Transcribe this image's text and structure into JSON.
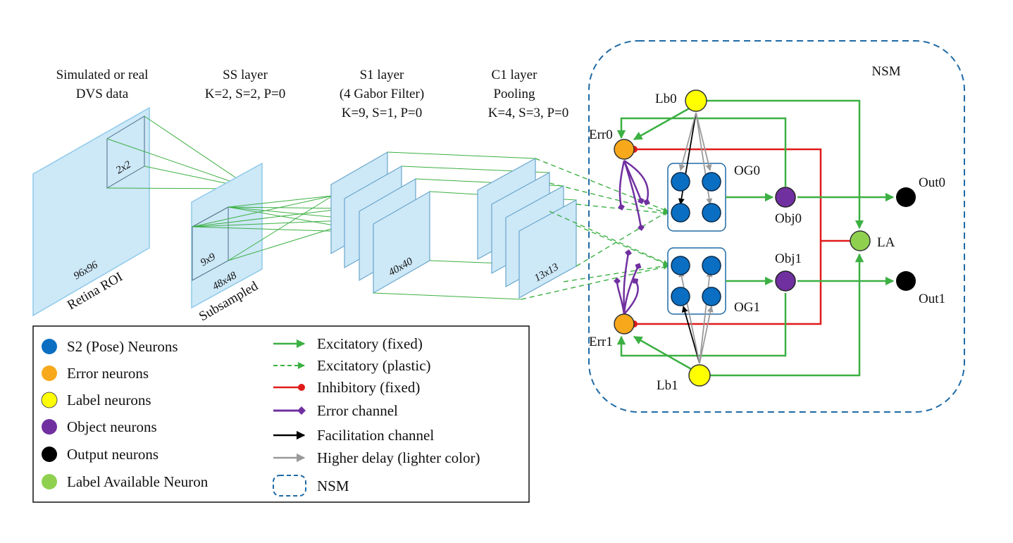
{
  "stages": {
    "input": {
      "title1": "Simulated or real",
      "title2": "DVS data",
      "window": "2x2",
      "size": "96x96",
      "caption": "Retina ROI"
    },
    "ss": {
      "title1": "SS layer",
      "title2": "K=2, S=2, P=0",
      "window": "9x9",
      "size": "48x48",
      "caption": "Subsampled"
    },
    "s1": {
      "title1": "S1 layer",
      "title2": "(4 Gabor Filter)",
      "title3": "K=9, S=1, P=0",
      "size": "40x40"
    },
    "c1": {
      "title1": "C1 layer",
      "title2": "Pooling",
      "title3": "K=4, S=3, P=0",
      "size": "13x13"
    }
  },
  "nsm": {
    "title": "NSM",
    "neurons": {
      "lb0": "Lb0",
      "lb1": "Lb1",
      "err0": "Err0",
      "err1": "Err1",
      "og0": "OG0",
      "og1": "OG1",
      "obj0": "Obj0",
      "obj1": "Obj1",
      "out0": "Out0",
      "out1": "Out1",
      "la": "LA"
    }
  },
  "legend": {
    "neurons": [
      {
        "label": "S2 (Pose) Neurons",
        "color": "#0a6fc2"
      },
      {
        "label": "Error neurons",
        "color": "#f7a81b"
      },
      {
        "label": "Label neurons",
        "color": "#ffff00"
      },
      {
        "label": "Object neurons",
        "color": "#7030a0"
      },
      {
        "label": "Output neurons",
        "color": "#000000"
      },
      {
        "label": "Label Available Neuron",
        "color": "#8fd14f"
      }
    ],
    "links": [
      {
        "label": "Excitatory (fixed)",
        "color": "#3cb043"
      },
      {
        "label": "Excitatory (plastic)",
        "color": "#3cb043"
      },
      {
        "label": "Inhibitory (fixed)",
        "color": "#e01a1a"
      },
      {
        "label": "Error channel",
        "color": "#7030a0"
      },
      {
        "label": "Facilitation channel",
        "color": "#000000"
      },
      {
        "label": "Higher delay (lighter color)",
        "color": "#9a9a9a"
      },
      {
        "label": "NSM",
        "color": "#1f6aa5"
      }
    ]
  }
}
